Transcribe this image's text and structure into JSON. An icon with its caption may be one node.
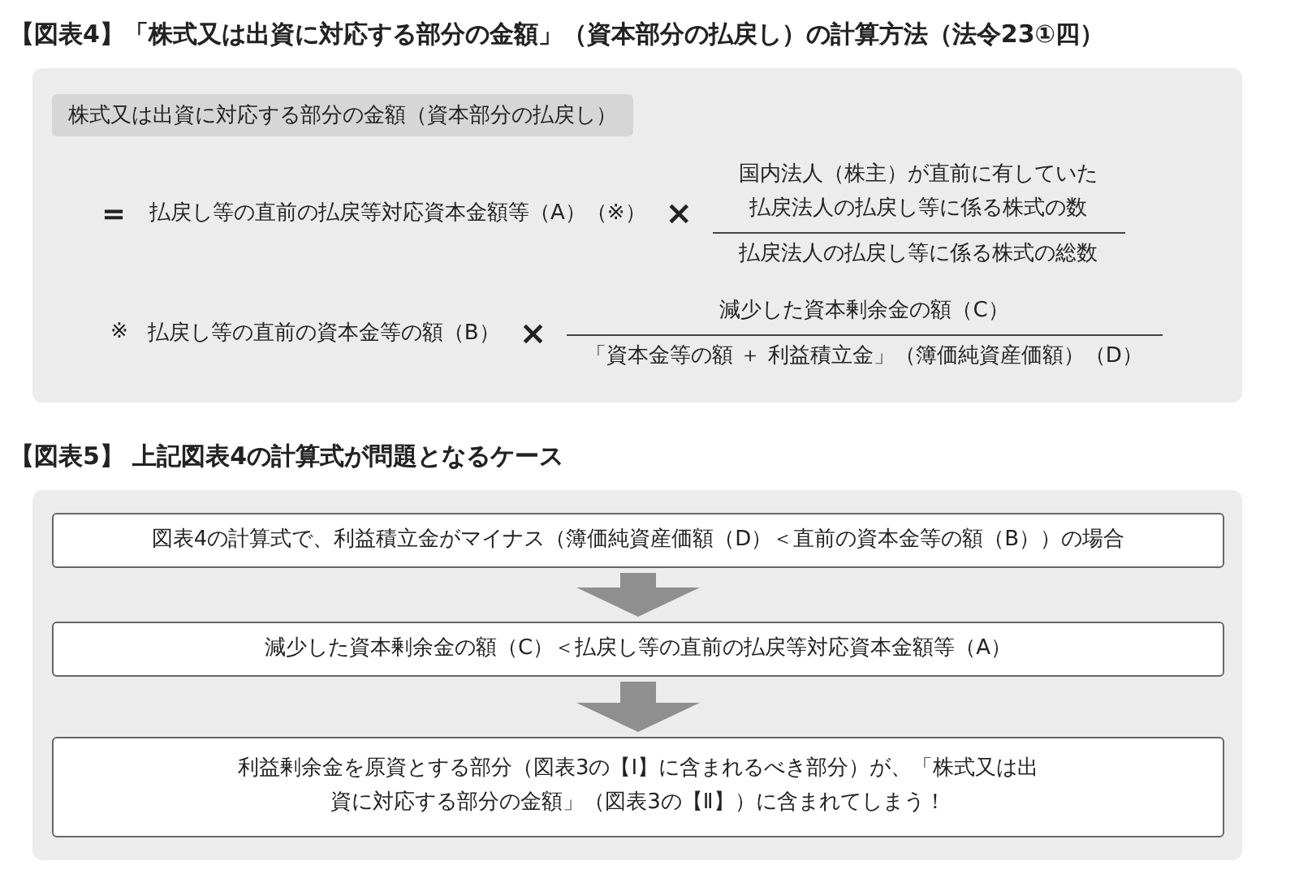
{
  "diagram": {
    "nodes": [
      {
        "text": [
          "【図表4】「株式又は出資に対応する部分の金額」（資本部分の払戻し）の計算方法（法令23①四）"
        ]
      },
      {
        "text": [
          "株式又は出資に対応する部分の金額（資本部分の払戻し）"
        ],
        "in": 0
      },
      {
        "text": [
          "【図表5】 上記図表4の計算式が問題となるケース"
        ]
      },
      {
        "text": [
          "図表4の計算式で、利益積立金がマイナス（簿価純資産価額（D）＜直前の資本金等の額（B））の場合"
        ],
        "in": 2
      },
      {
        "text": [
          "減少した資本剰余金の額（C）＜払戻し等の直前の払戻等対応資本金額等（A）"
        ],
        "in": 2
      },
      {
        "text": [
          "利益剰余金を原資とする部分（図表3の【Ⅰ】に含まれるべき部分）が、「株式又は出資に対応する部分の金額」（図表3の【Ⅱ】）に含まれてしまう！"
        ],
        "in": 2
      }
    ],
    "edges": [
      {
        "from": 3,
        "to": 4,
        "arrow": "to"
      },
      {
        "from": 4,
        "to": 5,
        "arrow": "to"
      }
    ],
    "labels": [
      "＝",
      "払戻し等の直前の払戻等対応資本金額等（A）（※）",
      "×",
      "国内法人（株主）が直前に有していた払戻法人の払戻し等に係る株式の数",
      "払戻法人の払戻し等に係る株式の総数",
      "※",
      "払戻し等の直前の資本金等の額（B）",
      "×",
      "減少した資本剰余金の額（C）",
      "「資本金等の額 ＋ 利益積立金」（簿価純資産価額）（D）"
    ]
  }
}
